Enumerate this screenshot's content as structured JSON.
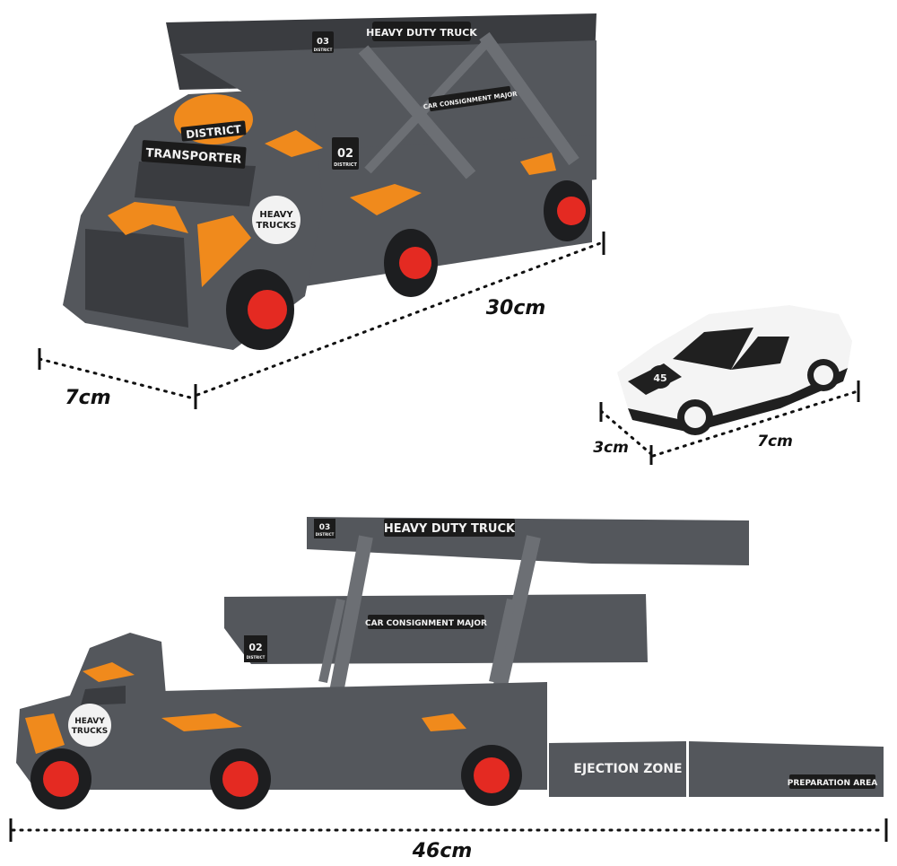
{
  "colors": {
    "body": "#54575c",
    "body_dark": "#3a3c40",
    "body_light": "#6c6f74",
    "wheel_tyre": "#1d1e20",
    "wheel_hub": "#e42a22",
    "decal_black": "#1b1b1b",
    "decal_white": "#f2f2f2",
    "flame": "#f08a1c",
    "car_white": "#f4f4f4",
    "car_black": "#202020",
    "dimension_line": "#111111"
  },
  "truck_closed": {
    "roof_sign": "HEAVY DUTY TRUCK",
    "level_3_tag": "03",
    "level_3_tag_sub": "DISTRICT",
    "level_2_tag": "02",
    "level_2_tag_sub": "DISTRICT",
    "level_2_sign": "CAR CONSIGNMENT MAJOR",
    "cab_badge": "DISTRICT",
    "cab_sign": "TRANSPORTER",
    "side_badge_line1": "HEAVY",
    "side_badge_line2": "TRUCKS",
    "length_label": "30cm",
    "width_label": "7cm"
  },
  "car": {
    "number": "45",
    "length_label": "7cm",
    "width_label": "3cm"
  },
  "truck_open": {
    "top_tag": "03",
    "top_tag_sub": "DISTRICT",
    "top_sign": "HEAVY DUTY TRUCK",
    "mid_sign": "CAR CONSIGNMENT MAJOR",
    "mid_tag": "02",
    "mid_tag_sub": "DISTRICT",
    "side_badge_line1": "HEAVY",
    "side_badge_line2": "TRUCKS",
    "ramp_sign": "EJECTION ZONE",
    "ramp_end_sign": "PREPARATION AREA",
    "length_label": "46cm"
  }
}
